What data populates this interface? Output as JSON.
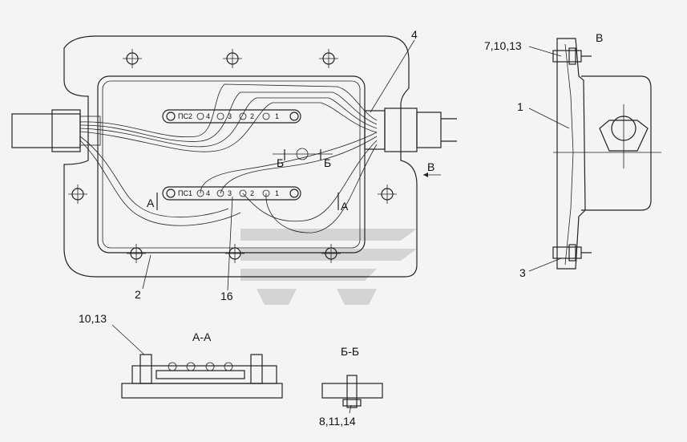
{
  "callouts": {
    "c4": "4",
    "c2": "2",
    "c16": "16",
    "c7_10_13": "7,10,13",
    "c1": "1",
    "c3": "3",
    "c10_13": "10,13",
    "c8_11_14": "8,11,14"
  },
  "views": {
    "view_v": "В",
    "view_v_arrow": "В",
    "section_aa": "А-А",
    "section_bb": "Б-Б",
    "mark_a_left": "А",
    "mark_a_right": "А",
    "mark_b_left": "Б",
    "mark_b_right": "Б"
  },
  "terminal_strips": {
    "top": {
      "name": "ПС2",
      "terms": [
        "4",
        "3",
        "2",
        "1"
      ]
    },
    "bottom": {
      "name": "ПС1",
      "terms": [
        "4",
        "3",
        "2",
        "1"
      ]
    }
  },
  "colors": {
    "line": "#222222",
    "watermark": "#c8c8c8"
  }
}
